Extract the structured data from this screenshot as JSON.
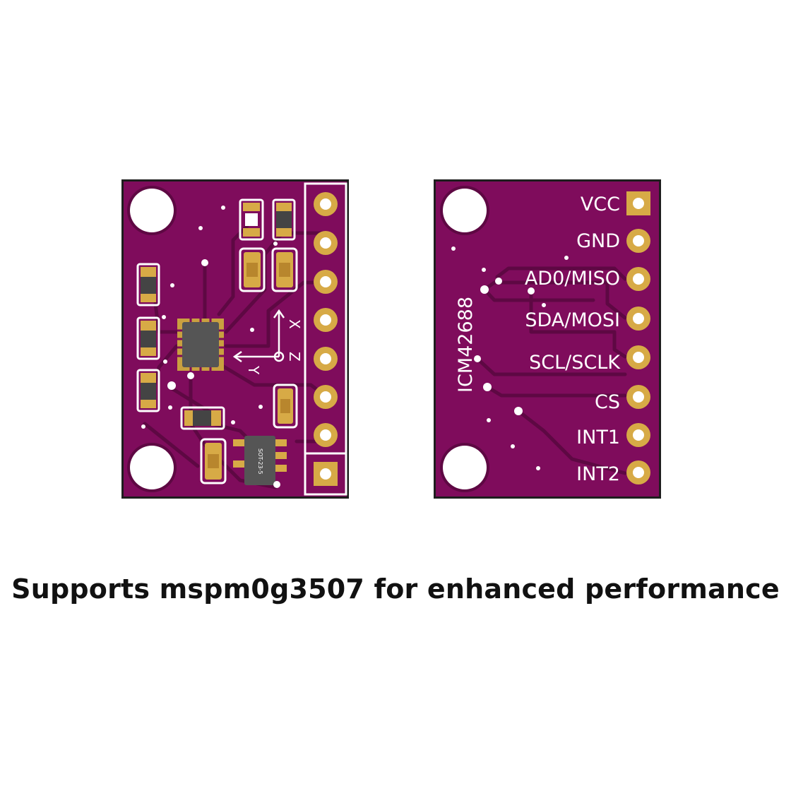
{
  "colors": {
    "background": "#ffffff",
    "pcb": "#7f0c5c",
    "pcb_edge": "#1e1e1e",
    "trace": "#5e0843",
    "gold": "#d7aa46",
    "silkscreen": "#ffffff",
    "chip": "#555555",
    "caption_text": "#111111"
  },
  "front_board": {
    "pins": [
      "pin-1",
      "pin-2",
      "pin-3",
      "pin-4",
      "pin-5",
      "pin-6",
      "pin-7",
      "pin-8-square"
    ],
    "axis_labels": {
      "x": "X",
      "y": "Y",
      "z": "Z"
    },
    "regulator_marking": "SOT-23-5"
  },
  "back_board": {
    "chip_name": "ICM42688",
    "pin_labels": [
      "VCC",
      "GND",
      "AD0/MISO",
      "SDA/MOSI",
      "SCL/SCLK",
      "CS",
      "INT1",
      "INT2"
    ]
  },
  "caption": "Supports mspm0g3507 for enhanced performance"
}
